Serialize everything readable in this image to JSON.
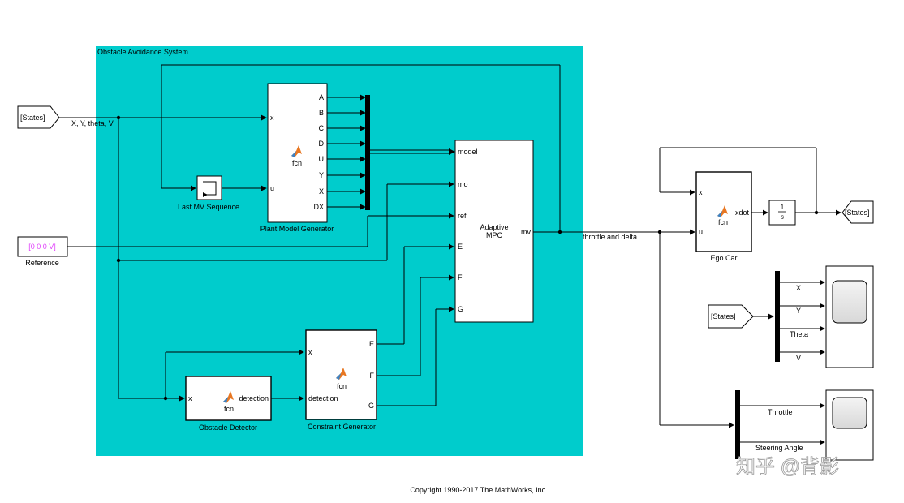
{
  "subsystem": {
    "title": "Obstacle Avoidance System",
    "fill": "#00cccc"
  },
  "signals": {
    "states_in": "X, Y, theta, V",
    "throttle_delta": "throttle and delta"
  },
  "goto_from": {
    "states_from_left": "[States]",
    "states_goto": "[States]",
    "states_from_scope": "[States]"
  },
  "constant": {
    "value": "[0  0  0  V]",
    "label": "Reference",
    "color": "#e040fb"
  },
  "last_mv": {
    "label": "Last MV Sequence"
  },
  "plant_model": {
    "label": "Plant Model Generator",
    "fcn": "fcn",
    "in_x": "x",
    "in_u": "u",
    "outputs": [
      "A",
      "B",
      "C",
      "D",
      "U",
      "Y",
      "X",
      "DX"
    ]
  },
  "mpc": {
    "title_line1": "Adaptive",
    "title_line2": "MPC",
    "inputs": [
      "model",
      "mo",
      "ref",
      "E",
      "F",
      "G"
    ],
    "output": "mv"
  },
  "obstacle_detector": {
    "label": "Obstacle Detector",
    "fcn": "fcn",
    "in": "x",
    "out": "detection"
  },
  "constraint_gen": {
    "label": "Constraint Generator",
    "fcn": "fcn",
    "in_x": "x",
    "in_det": "detection",
    "outputs": [
      "E",
      "F",
      "G"
    ]
  },
  "ego_car": {
    "label": "Ego Car",
    "fcn": "fcn",
    "in_x": "x",
    "in_u": "u",
    "out": "xdot"
  },
  "integrator": {
    "num": "1",
    "den": "s"
  },
  "scope1": {
    "signals": [
      "X",
      "Y",
      "Theta",
      "V"
    ]
  },
  "scope2": {
    "signals": [
      "Throttle",
      "Steering Angle"
    ]
  },
  "copyright": "Copyright 1990-2017 The MathWorks, Inc.",
  "watermark": "知乎 @背影"
}
